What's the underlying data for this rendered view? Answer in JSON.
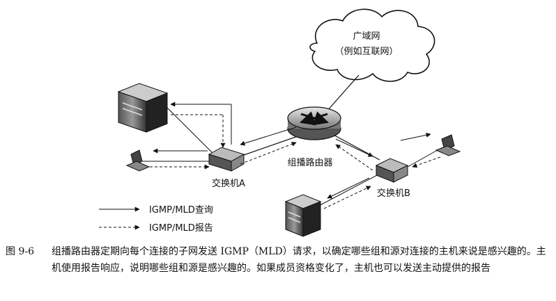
{
  "diagram": {
    "cloud_title": "广域网",
    "cloud_subtitle": "（例如互联网）",
    "router_label": "组播路由器",
    "switch_a_label": "交换机A",
    "switch_b_label": "交换机B",
    "legend_query": "IGMP/MLD查询",
    "legend_report": "IGMP/MLD报告"
  },
  "caption": {
    "figure_number": "图 9-6",
    "text": "组播路由器定期向每个连接的子网发送 IGMP（MLD）请求，以确定哪些组和源对连接的主机来说是感兴趣的。主机使用报告响应，说明哪些组和源是感兴趣的。如果成员资格变化了，主机也可以发送主动提供的报告"
  }
}
